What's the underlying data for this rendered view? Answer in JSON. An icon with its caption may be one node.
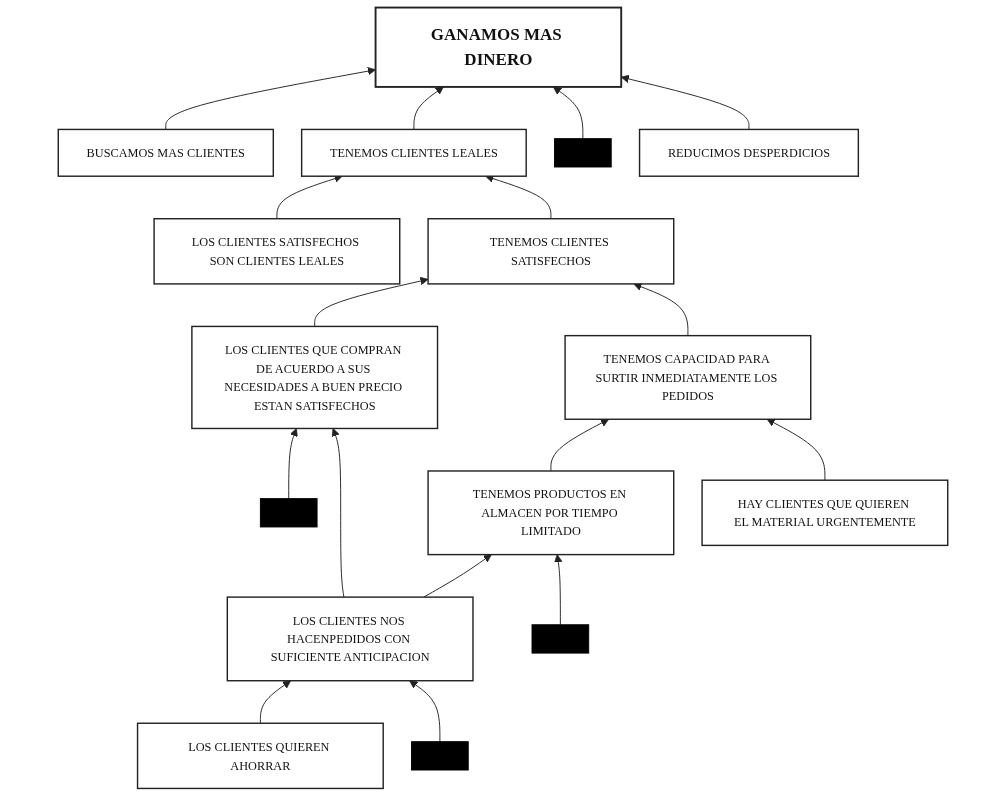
{
  "diagram": {
    "nodes": [
      {
        "text": [
          "GANAMOS MAS DINERO"
        ]
      },
      {
        "text": [
          "BUSCAMOS MAS CLIENTES"
        ]
      },
      {
        "text": [
          "TENEMOS CLIENTES LEALES"
        ]
      },
      {
        "text": [
          "REDUCIMOS DESPERDICIOS"
        ]
      },
      {
        "text": [
          "LOS CLIENTES SATISFECHOS SON CLIENTES LEALES"
        ]
      },
      {
        "text": [
          "TENEMOS CLIENTES SATISFECHOS"
        ]
      },
      {
        "text": [],
        "shape": "box"
      },
      {
        "text": [
          "TENEMOS CAPACIDAD PARA SURTIR INMEDIATAMENTE LOS PEDIDOS"
        ]
      },
      {
        "text": [
          "LOS CLIENTES QUE COMPRAN DE ACUERDO A SUS NECESIDADES A BUEN PRECIO ESTAN SATISFECHOS"
        ]
      },
      {
        "text": [
          "TENEMOS PRODUCTOS EN ALMACEN POR TIEMPO LIMITADO"
        ]
      },
      {
        "text": [
          "HAY CLIENTES QUE QUIEREN EL MATERIAL URGENTEMENTE"
        ]
      },
      {
        "text": [],
        "shape": "box"
      },
      {
        "text": [
          "LOS CLIENTES NOS HACENPEDIDOS CON SUFICIENTE ANTICIPACION"
        ]
      },
      {
        "text": [],
        "shape": "box"
      },
      {
        "text": [
          "LOS CLIENTES QUIEREN AHORRAR"
        ]
      },
      {
        "text": [],
        "shape": "box"
      }
    ],
    "edges": [
      {
        "from": 1,
        "to": 0,
        "arrow": "to"
      },
      {
        "from": 2,
        "to": 0,
        "arrow": "to"
      },
      {
        "from": 6,
        "to": 0,
        "arrow": "to"
      },
      {
        "from": 3,
        "to": 0,
        "arrow": "to"
      },
      {
        "from": 4,
        "to": 2,
        "arrow": "to"
      },
      {
        "from": 5,
        "to": 2,
        "arrow": "to"
      },
      {
        "from": 8,
        "to": 5,
        "arrow": "to"
      },
      {
        "from": 7,
        "to": 5,
        "arrow": "to"
      },
      {
        "from": 9,
        "to": 7,
        "arrow": "to"
      },
      {
        "from": 10,
        "to": 7,
        "arrow": "to"
      },
      {
        "from": 11,
        "to": 8,
        "arrow": "to"
      },
      {
        "from": 12,
        "to": 8,
        "arrow": "to"
      },
      {
        "from": 12,
        "to": 9,
        "arrow": "to"
      },
      {
        "from": 13,
        "to": 9,
        "arrow": "to"
      },
      {
        "from": 14,
        "to": 12,
        "arrow": "to"
      },
      {
        "from": 15,
        "to": 12,
        "arrow": "to"
      }
    ]
  }
}
